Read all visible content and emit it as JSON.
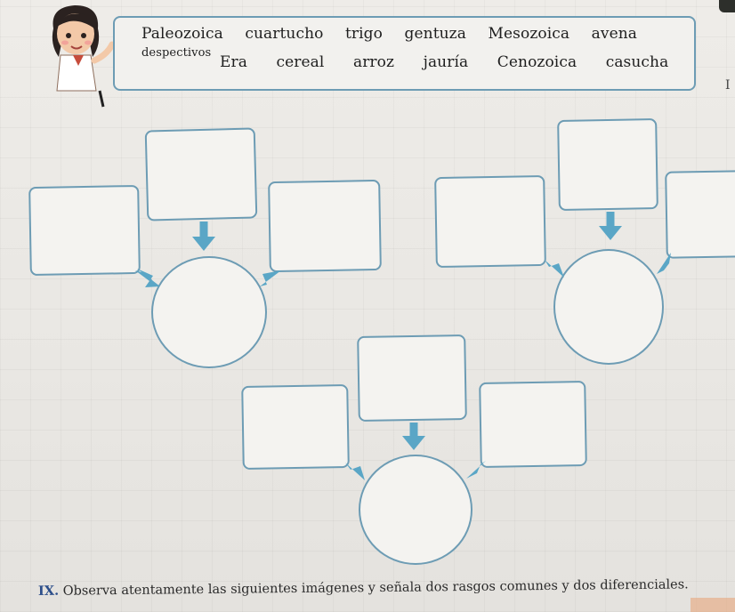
{
  "word_bank": {
    "line1": [
      "Paleozoica",
      "cuartucho",
      "trigo",
      "gentuza",
      "Mesozoica",
      "avena",
      "despectivos"
    ],
    "line2": [
      "Era",
      "cereal",
      "arroz",
      "jauría",
      "Cenozoica",
      "casucha"
    ]
  },
  "margin_letter": "I",
  "instruction": {
    "number": "IX.",
    "text": "Observa atentamente las siguientes imágenes y señala dos rasgos comunes y dos diferenciales."
  },
  "colors": {
    "accent": "#6d9cb4",
    "arrow": "#5aa6c6",
    "instruction_number": "#2c4e8a"
  },
  "diagram": {
    "groups": [
      {
        "name": "left",
        "boxes": [
          "",
          "",
          ""
        ],
        "center": ""
      },
      {
        "name": "right",
        "boxes": [
          "",
          "",
          ""
        ],
        "center": ""
      },
      {
        "name": "bottom",
        "boxes": [
          "",
          "",
          ""
        ],
        "center": ""
      }
    ]
  }
}
